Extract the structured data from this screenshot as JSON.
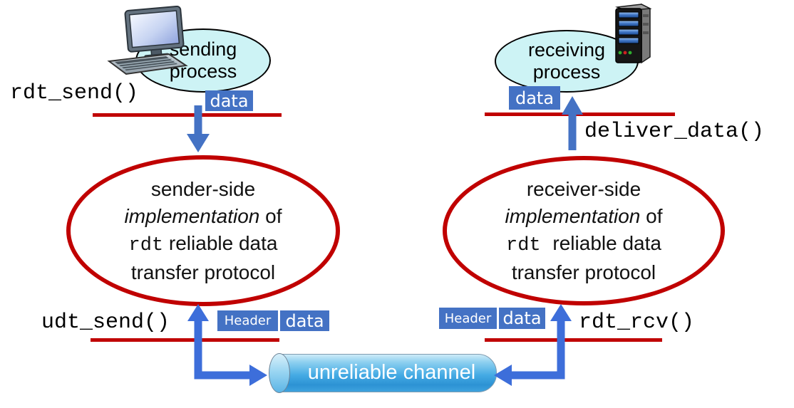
{
  "colors": {
    "boundary_red": "#C00000",
    "box_blue": "#4472C4",
    "arrow_blue": "#3D6EDA",
    "process_fill": "#CDF3F5",
    "channel_blue": "#45ABE4"
  },
  "sender": {
    "process": {
      "line1": "sending",
      "line2": "process"
    },
    "send_call": "rdt_send()",
    "data_label": "data",
    "implementation": {
      "line1": "sender-side",
      "line2_italic": "implementation",
      "line2_rest": " of",
      "line3_code": "rdt",
      "line3_rest": " reliable data",
      "line4": "transfer protocol"
    },
    "udt_call": "udt_send()",
    "packet": {
      "header": "Header",
      "data": "data"
    }
  },
  "receiver": {
    "process": {
      "line1": "receiving",
      "line2": "process"
    },
    "deliver_call": "deliver_data()",
    "data_label": "data",
    "implementation": {
      "line1": "receiver-side",
      "line2_italic": "implementation",
      "line2_rest": " of",
      "line3_code": "rdt",
      "line3_rest": " reliable data",
      "line4": "transfer protocol"
    },
    "rcv_call": "rdt_rcv()",
    "packet": {
      "header": "Header",
      "data": "data"
    }
  },
  "channel": {
    "label": "unreliable channel"
  },
  "icons": {
    "sender_host": "desktop-computer-icon",
    "receiver_host": "server-tower-icon"
  }
}
